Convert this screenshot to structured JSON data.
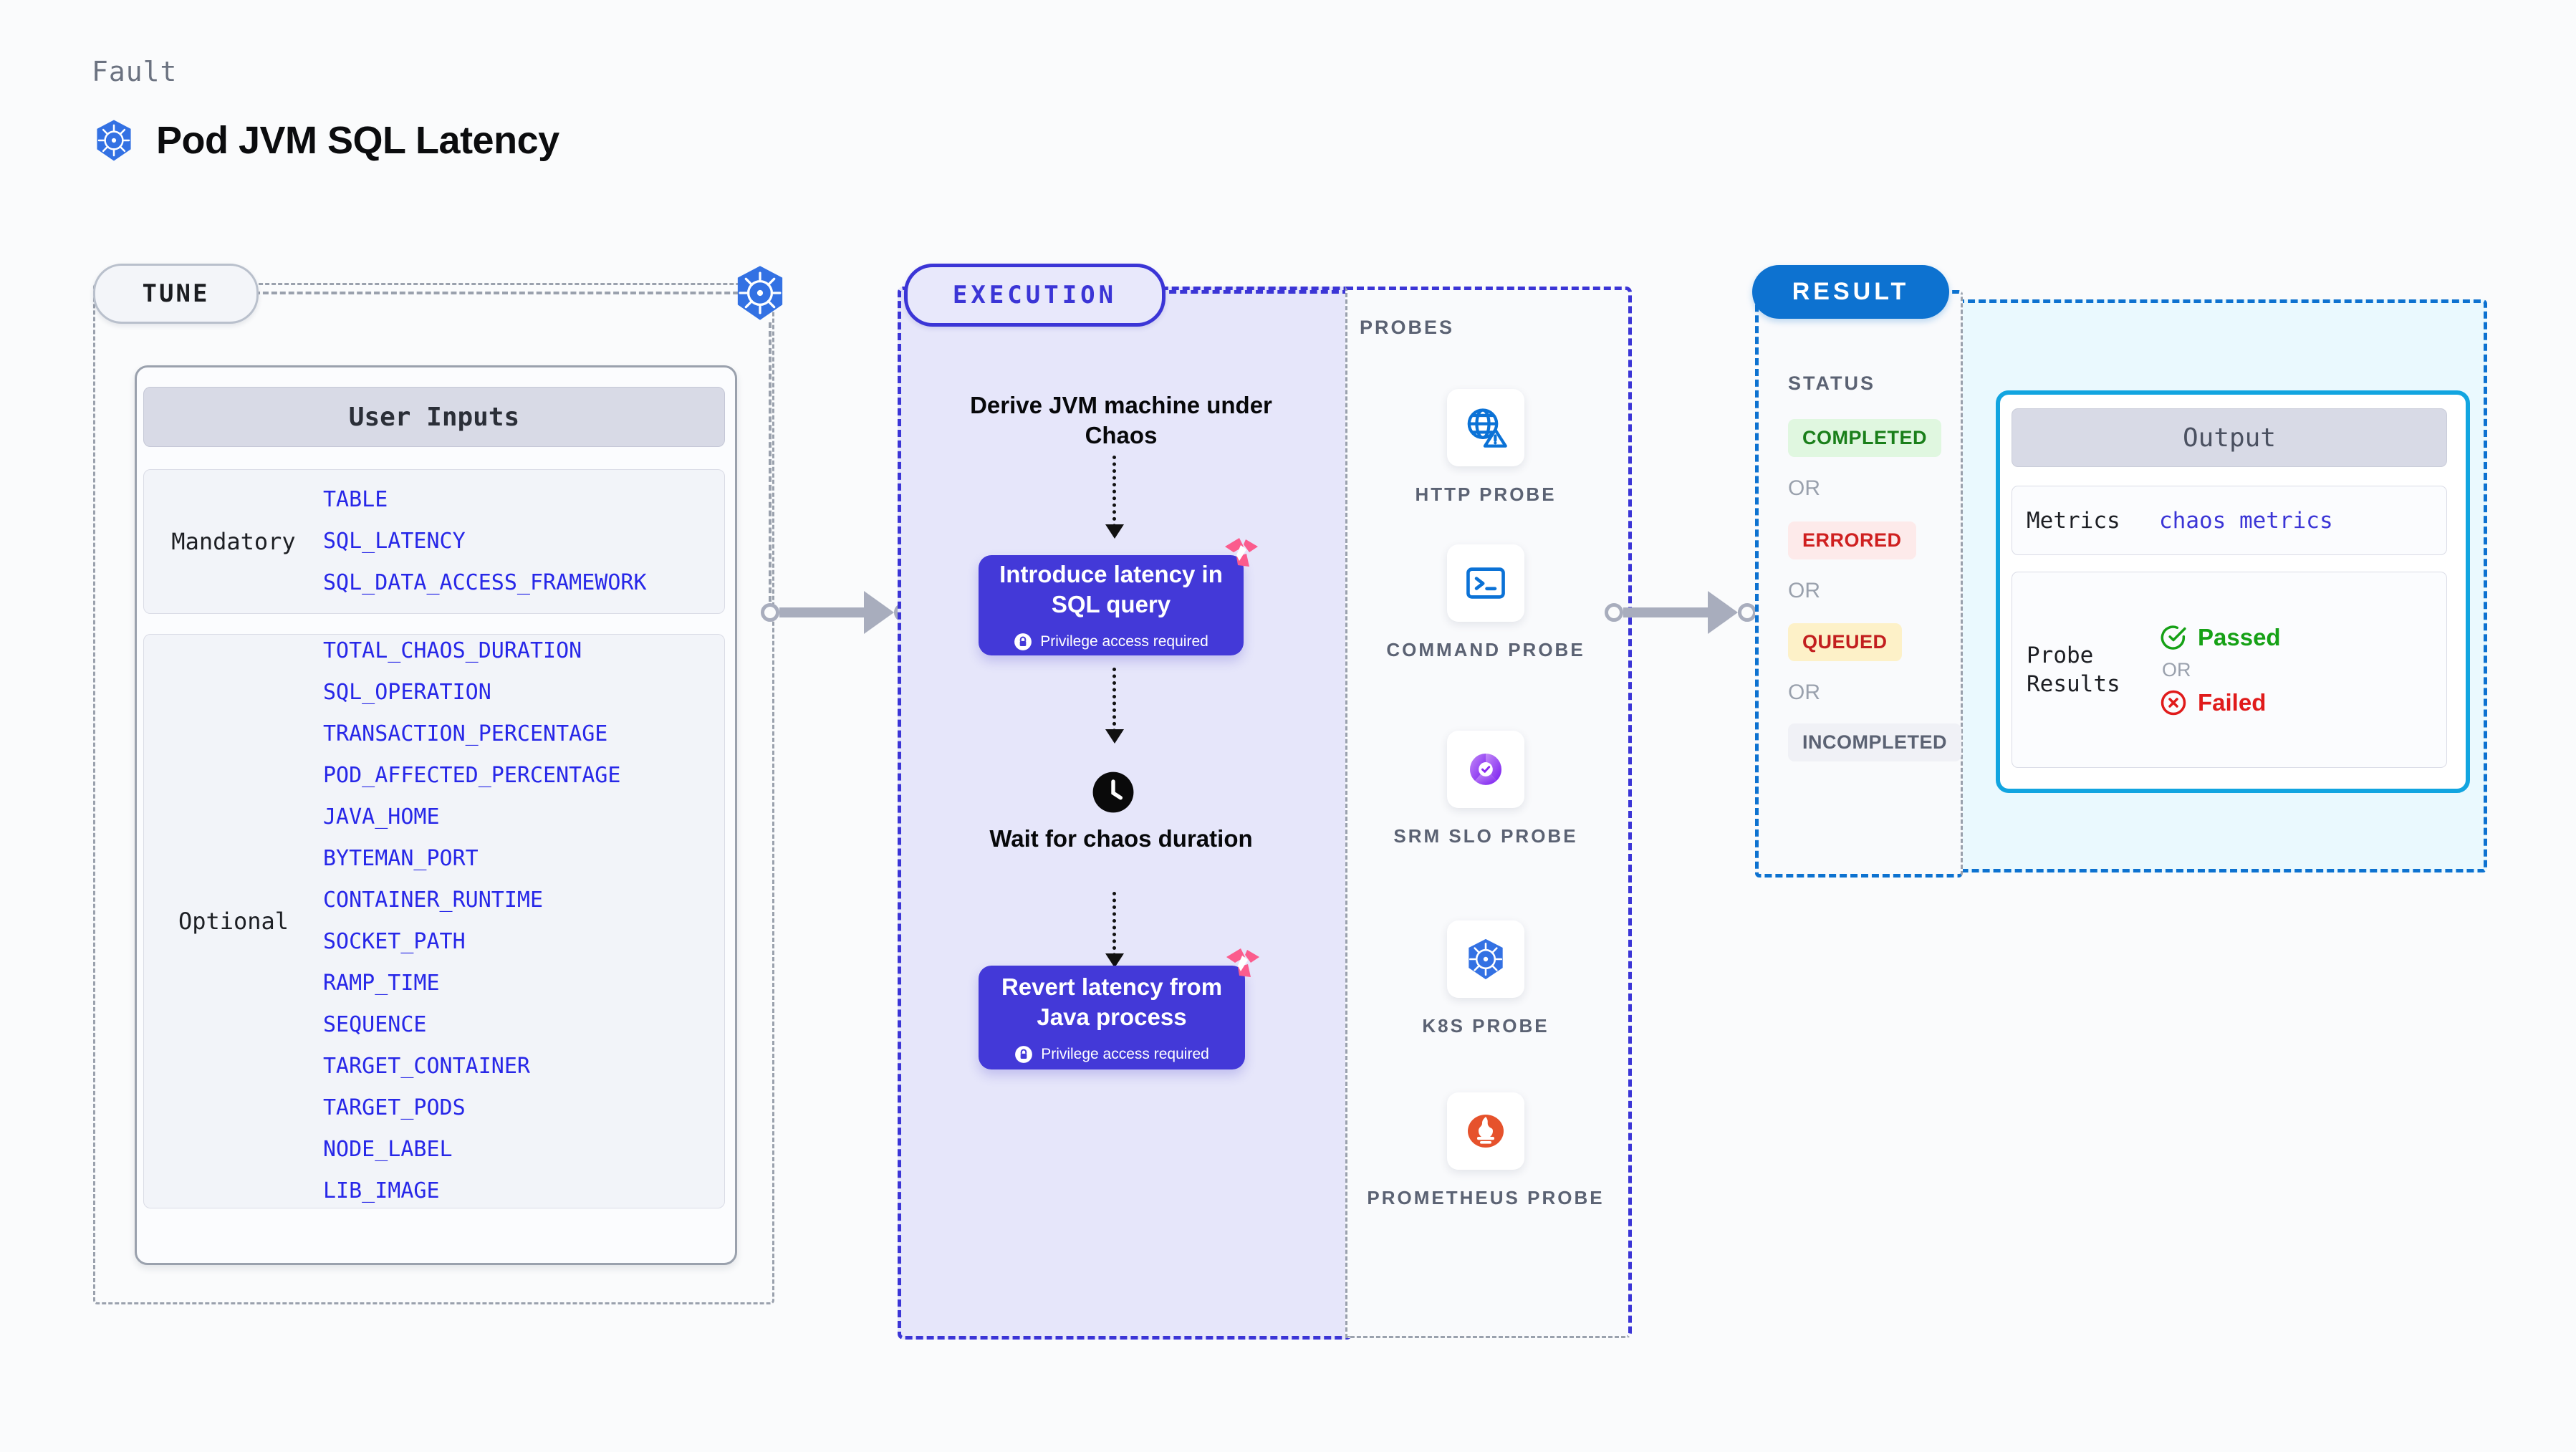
{
  "header": {
    "fault_label": "Fault",
    "fault_title": "Pod JVM SQL Latency",
    "icon": "kubernetes-icon"
  },
  "tune": {
    "chip_label": "TUNE",
    "edge_icon": "kubernetes-icon",
    "user_inputs_title": "User Inputs",
    "groups": [
      {
        "label": "Mandatory",
        "params": [
          "TABLE",
          "SQL_LATENCY",
          "SQL_DATA_ACCESS_FRAMEWORK"
        ]
      },
      {
        "label": "Optional",
        "params": [
          "TOTAL_CHAOS_DURATION",
          "SQL_OPERATION",
          "TRANSACTION_PERCENTAGE",
          "POD_AFFECTED_PERCENTAGE",
          "JAVA_HOME",
          "BYTEMAN_PORT",
          "CONTAINER_RUNTIME",
          "SOCKET_PATH",
          "RAMP_TIME",
          "SEQUENCE",
          "TARGET_CONTAINER",
          "TARGET_PODS",
          "NODE_LABEL",
          "LIB_IMAGE"
        ]
      }
    ]
  },
  "execution": {
    "chip_label": "EXECUTION",
    "step1": "Derive JVM machine under Chaos",
    "step2_box": {
      "title": "Introduce latency in SQL query",
      "privilege": "Privilege access required",
      "badge_icon": "litmus-icon",
      "lock_icon": "lock-icon"
    },
    "step3_icon": "clock-icon",
    "step3": "Wait for chaos duration",
    "step4_box": {
      "title": "Revert latency from Java process",
      "privilege": "Privilege access required",
      "badge_icon": "litmus-icon",
      "lock_icon": "lock-icon"
    }
  },
  "probes": {
    "title": "PROBES",
    "items": [
      {
        "label": "HTTP PROBE",
        "icon": "globe-warning-icon"
      },
      {
        "label": "COMMAND PROBE",
        "icon": "terminal-icon"
      },
      {
        "label": "SRM SLO PROBE",
        "icon": "srm-slo-icon"
      },
      {
        "label": "K8S PROBE",
        "icon": "kubernetes-icon"
      },
      {
        "label": "PROMETHEUS PROBE",
        "icon": "prometheus-icon"
      }
    ]
  },
  "result": {
    "chip_label": "RESULT",
    "status_title": "STATUS",
    "or_label": "OR",
    "statuses": [
      {
        "label": "COMPLETED",
        "color": "#1a7f1a",
        "bg": "#e0f7e0"
      },
      {
        "label": "ERRORED",
        "color": "#cf2020",
        "bg": "#fdeaea"
      },
      {
        "label": "QUEUED",
        "color": "#c21f1f",
        "bg": "#fdf1c8"
      },
      {
        "label": "INCOMPLETED",
        "color": "#5b6273",
        "bg": "#f0f1f6"
      }
    ],
    "output": {
      "title": "Output",
      "metrics_key": "Metrics",
      "metrics_value": "chaos metrics",
      "probe_key": "Probe Results",
      "passed_label": "Passed",
      "failed_label": "Failed",
      "or_label": "OR",
      "passed_icon": "check-circle-icon",
      "failed_icon": "x-circle-icon",
      "passed_color": "#16a116",
      "failed_color": "#e01b1b"
    }
  },
  "colors": {
    "k8s_blue": "#3371e3",
    "execution_purple": "#3b35d6",
    "box_purple": "#4339d8",
    "result_blue": "#0d72d0",
    "output_cyan": "#12a5e0",
    "litmus_pink": "#fb5c8d",
    "param_blue": "#2727e8"
  }
}
